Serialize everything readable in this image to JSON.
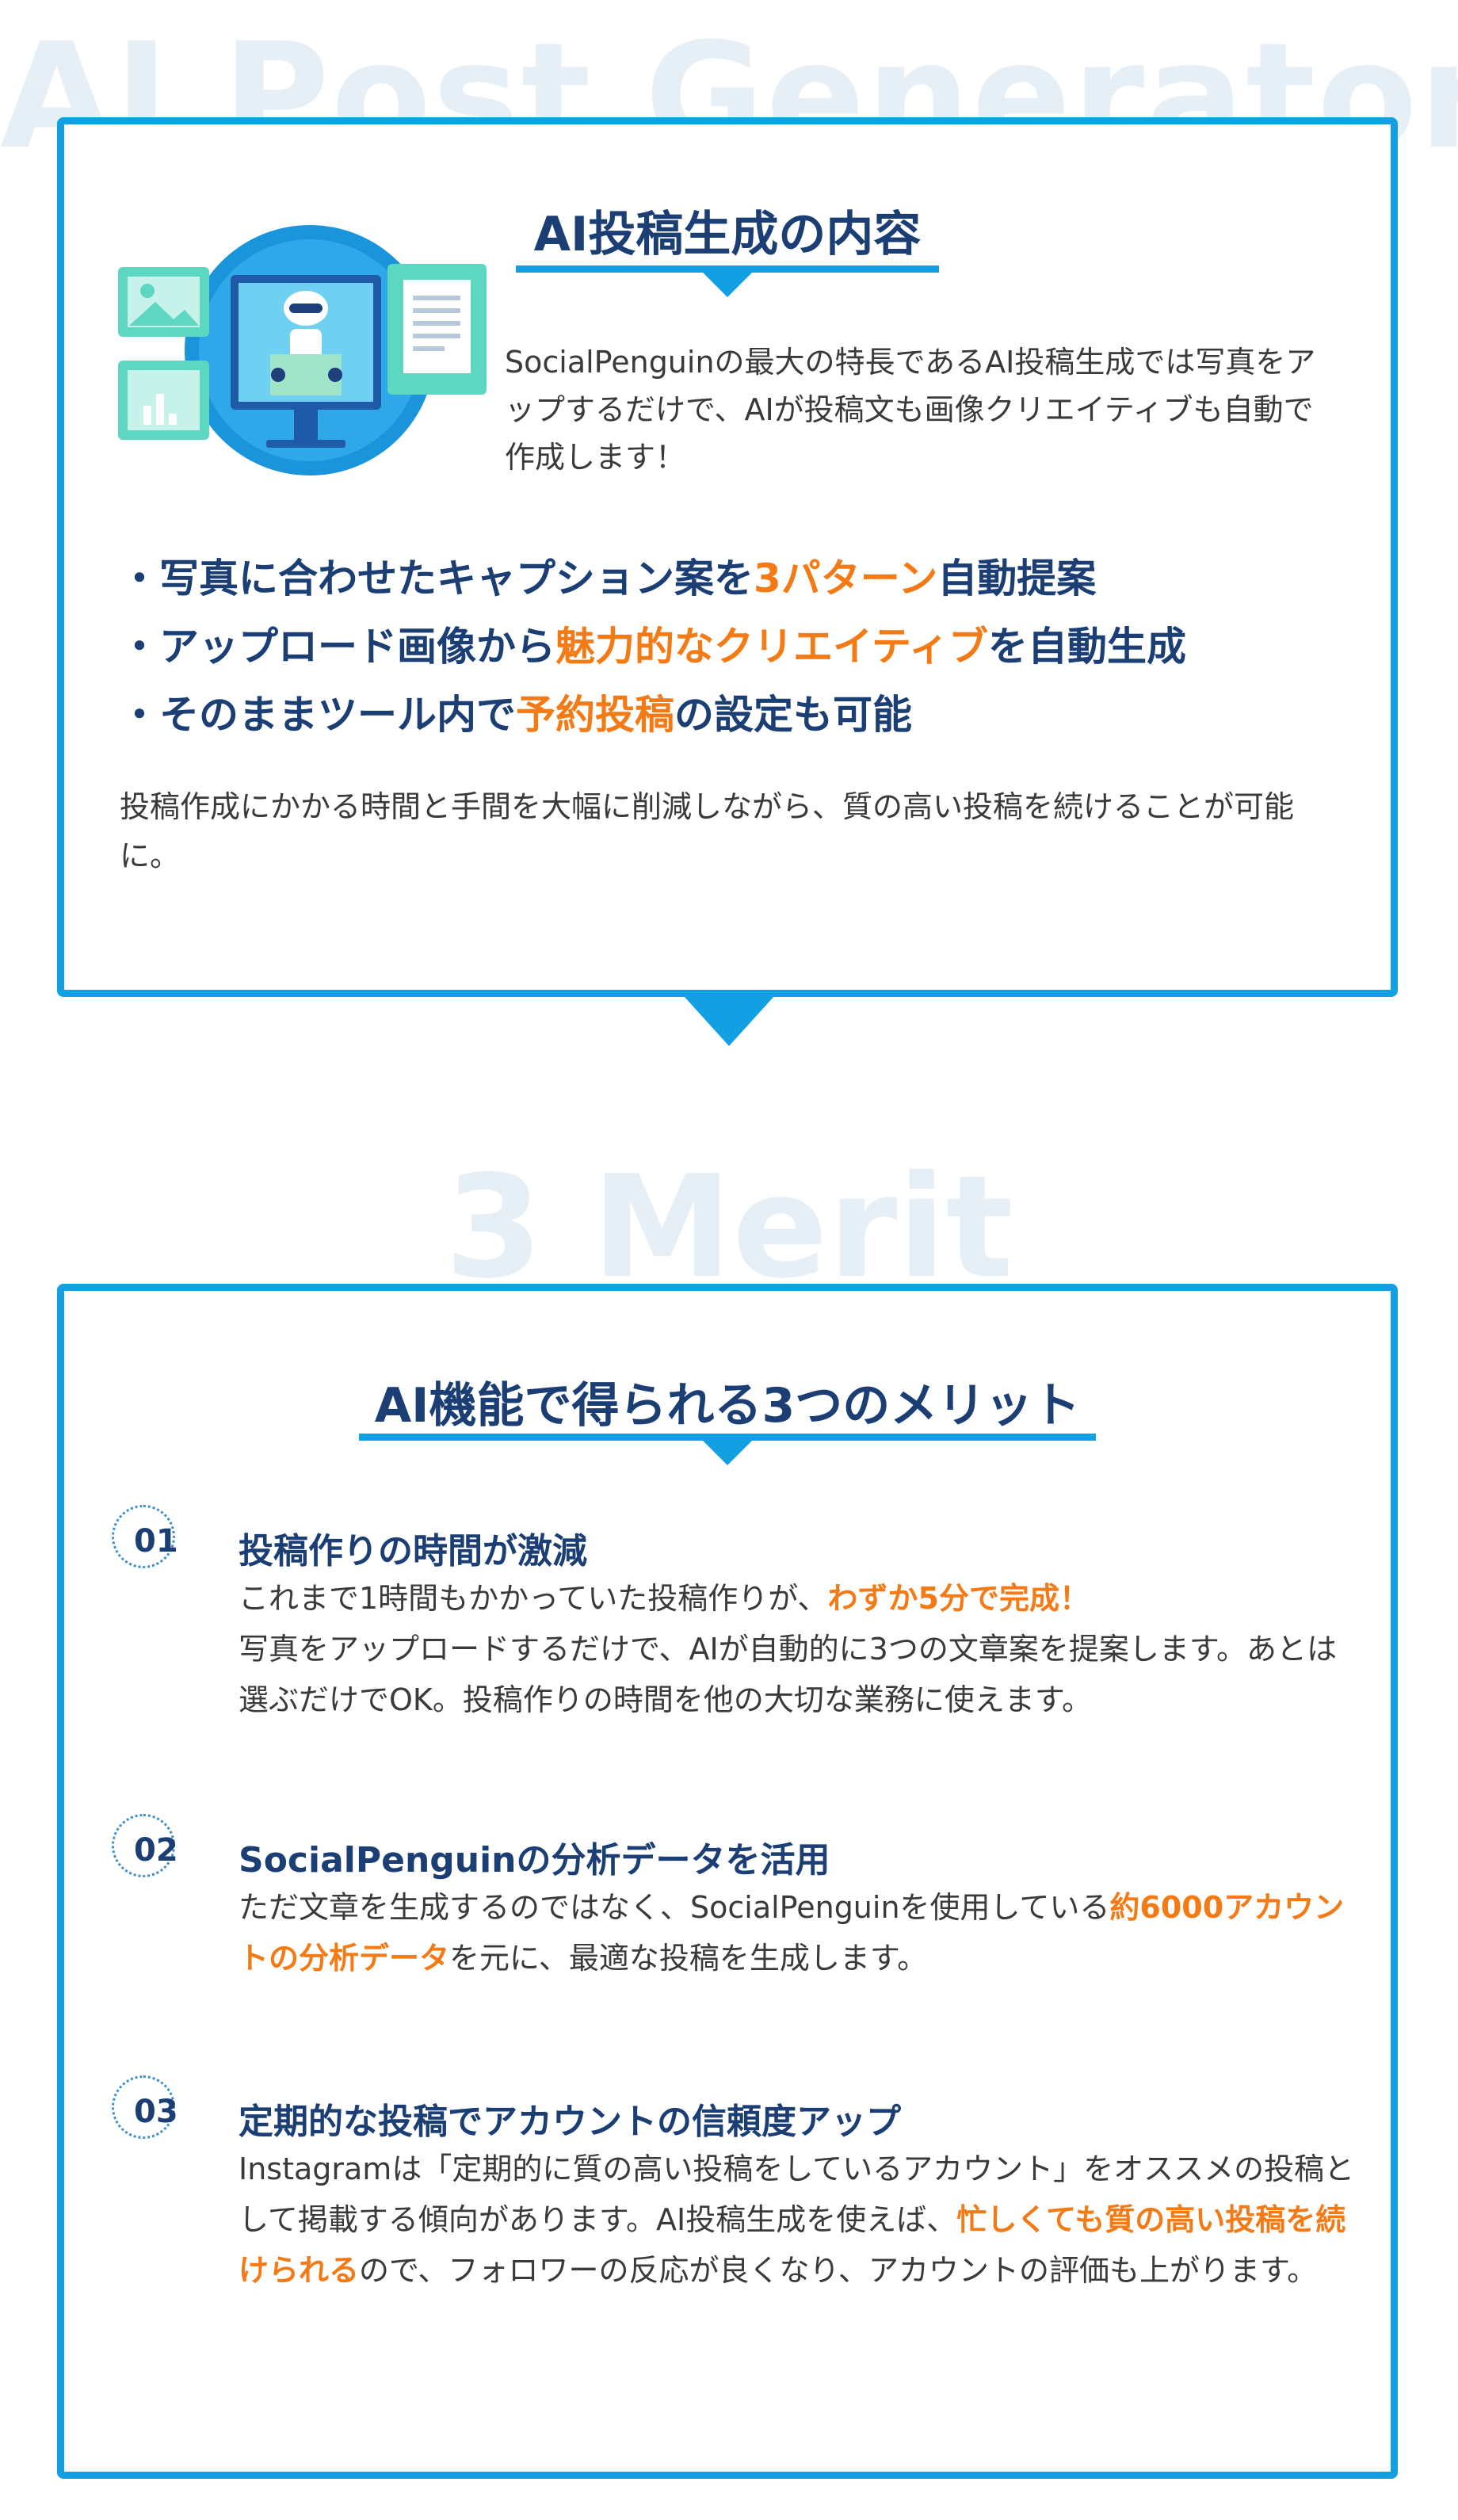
{
  "section1": {
    "bg_title": "AI Post Generator",
    "heading": "AI投稿生成の内容",
    "intro": "SocialPenguinの最大の特長であるAI投稿生成では写真をアップするだけで、AIが投稿文も画像クリエイティブも自動で作成します！",
    "bullets": [
      {
        "bullet": "・",
        "pre": "写真に合わせたキャプション案を",
        "highlight": "3パターン",
        "post": "自動提案"
      },
      {
        "bullet": "・",
        "pre": "アップロード画像から",
        "highlight": "魅力的なクリエイティブ",
        "post": "を自動生成"
      },
      {
        "bullet": "・",
        "pre": "そのままツール内で",
        "highlight": "予約投稿",
        "post": "の設定も可能"
      }
    ],
    "summary": "投稿作成にかかる時間と手間を大幅に削減しながら、質の高い投稿を続けることが可能に。"
  },
  "section2": {
    "bg_title": "3 Merit",
    "heading": "AI機能で得られる3つのメリット",
    "merits": [
      {
        "number": "01",
        "title": "投稿作りの時間が激減",
        "body_pre": "これまで1時間もかかっていた投稿作りが、",
        "body_highlight": "わずか5分で完成！",
        "body_post": "写真をアップロードするだけで、AIが自動的に3つの文章案を提案します。あとは選ぶだけでOK。投稿作りの時間を他の大切な業務に使えます。"
      },
      {
        "number": "02",
        "title": "SocialPenguinの分析データを活用",
        "body_pre": "ただ文章を生成するのではなく、SocialPenguinを使用している",
        "body_highlight": "約6000アカウントの分析データ",
        "body_post": "を元に、最適な投稿を生成します。"
      },
      {
        "number": "03",
        "title": "定期的な投稿でアカウントの信頼度アップ",
        "body_pre": "Instagramは「定期的に質の高い投稿をしているアカウント」をオススメの投稿として掲載する傾向があります。AI投稿生成を使えば、",
        "body_highlight": "忙しくても質の高い投稿を続けられる",
        "body_post": "ので、フォロワーの反応が良くなり、アカウントの評価も上がります。"
      }
    ]
  },
  "colors": {
    "accent_blue": "#12a0e3",
    "heading_navy": "#1b3e74",
    "highlight_orange": "#f47a16",
    "bg_title_gray": "#e6eef6"
  },
  "icons": [
    "ai-robot-illustration",
    "image-card-icon",
    "chart-card-icon",
    "document-card-icon",
    "dotted-number-ring"
  ]
}
